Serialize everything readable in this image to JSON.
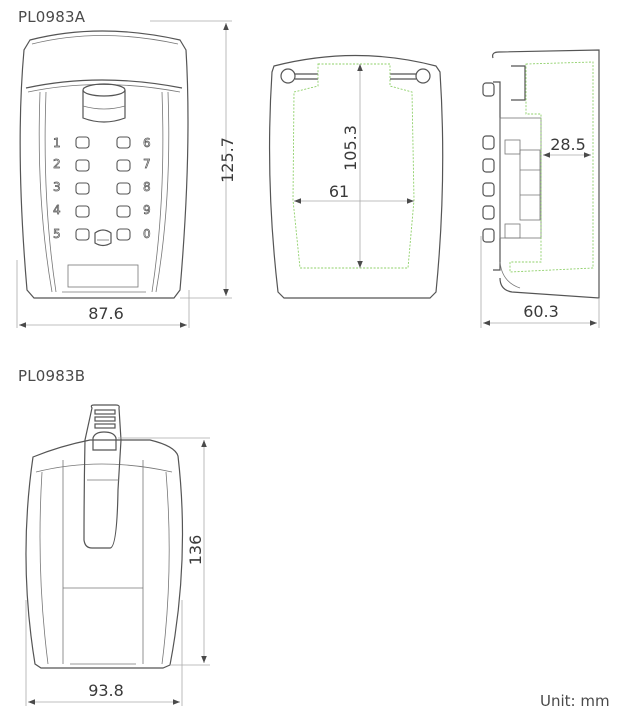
{
  "models": [
    {
      "id": "PL0983A",
      "label": "PL0983A",
      "views": {
        "front": {
          "height_dim": "125.7",
          "width_dim": "87.6",
          "keypad": {
            "left_column": [
              "1",
              "2",
              "3",
              "4",
              "5"
            ],
            "right_column": [
              "6",
              "7",
              "8",
              "9",
              "0"
            ]
          }
        },
        "back": {
          "inner_height_dim": "105.3",
          "inner_width_dim": "61"
        },
        "side": {
          "inner_depth_dim": "28.5",
          "depth_dim": "60.3"
        }
      }
    },
    {
      "id": "PL0983B",
      "label": "PL0983B",
      "views": {
        "front": {
          "height_dim": "136",
          "width_dim": "93.8"
        }
      }
    }
  ],
  "unit_label": "Unit: mm",
  "colors": {
    "outline": "#555555",
    "dimension_line": "#aaaaaa",
    "inner_volume_dashed": "#8fd06a",
    "text": "#3a3a3a"
  }
}
